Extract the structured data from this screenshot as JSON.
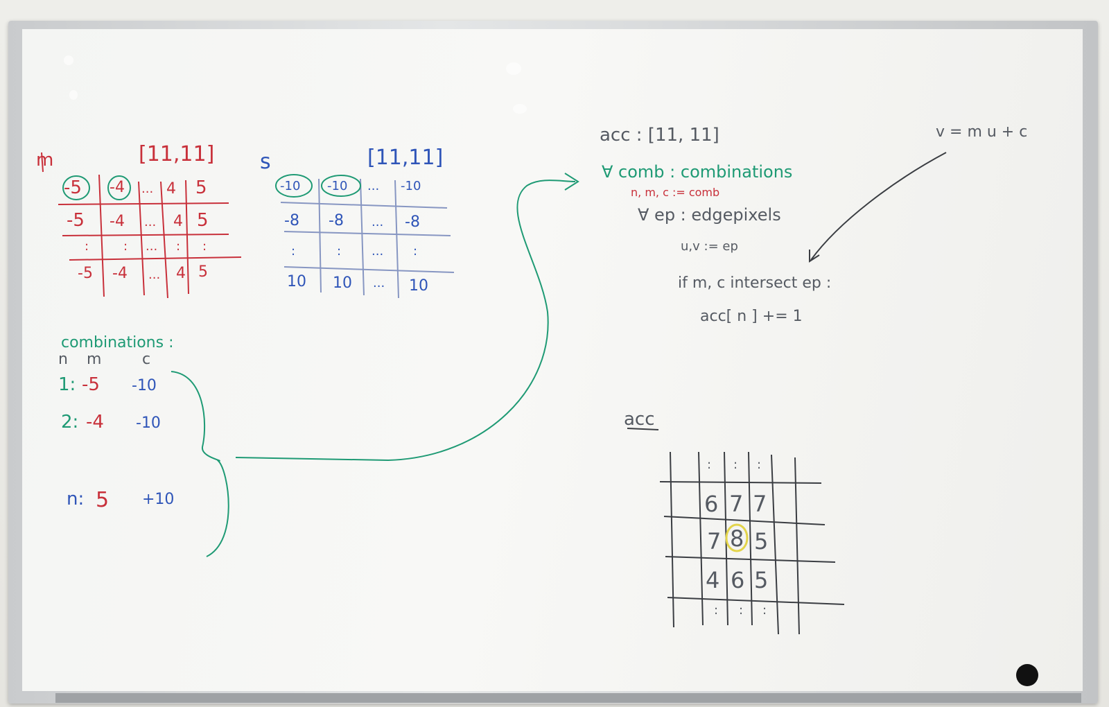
{
  "left": {
    "m_label": "m",
    "m_size": "[11,11]",
    "s_label": "s",
    "s_size": "[11,11]",
    "m_table": [
      [
        "-5",
        "-4",
        "...",
        "4",
        "5"
      ],
      [
        "-5",
        "-4",
        "...",
        "4",
        "5"
      ],
      [
        ":",
        ":",
        "...",
        ":",
        ":"
      ],
      [
        "-5",
        "-4",
        "...",
        "4",
        "5"
      ]
    ],
    "s_table": [
      [
        "-10",
        "-10",
        "...",
        "-10"
      ],
      [
        "-8",
        "-8",
        "...",
        "-8"
      ],
      [
        ":",
        ":",
        "...",
        ":"
      ],
      [
        "10",
        "10",
        "...",
        "10"
      ]
    ],
    "combinations_title": "combinations :",
    "comb_headers": [
      "n",
      "m",
      "c"
    ],
    "comb_rows": [
      {
        "n": "1:",
        "m": "-5",
        "c": "-10"
      },
      {
        "n": "2:",
        "m": "-4",
        "c": "-10"
      },
      {
        "n": "n:",
        "m": "5",
        "c": "+10"
      }
    ]
  },
  "right": {
    "acc_decl": "acc : [11, 11]",
    "line_eq": "v = m u + c",
    "code": [
      "∀ comb : combinations",
      "n, m, c := comb",
      "∀ ep : edgepixels",
      "u,v := ep",
      "if m, c intersect ep :",
      "acc[ n ] += 1"
    ],
    "acc_title": "acc",
    "acc_grid": [
      [
        ":",
        ":",
        ":"
      ],
      [
        "6",
        "7",
        "7"
      ],
      [
        "7",
        "8",
        "5"
      ],
      [
        "4",
        "6",
        "5"
      ],
      [
        ":",
        ":",
        ":"
      ]
    ]
  }
}
